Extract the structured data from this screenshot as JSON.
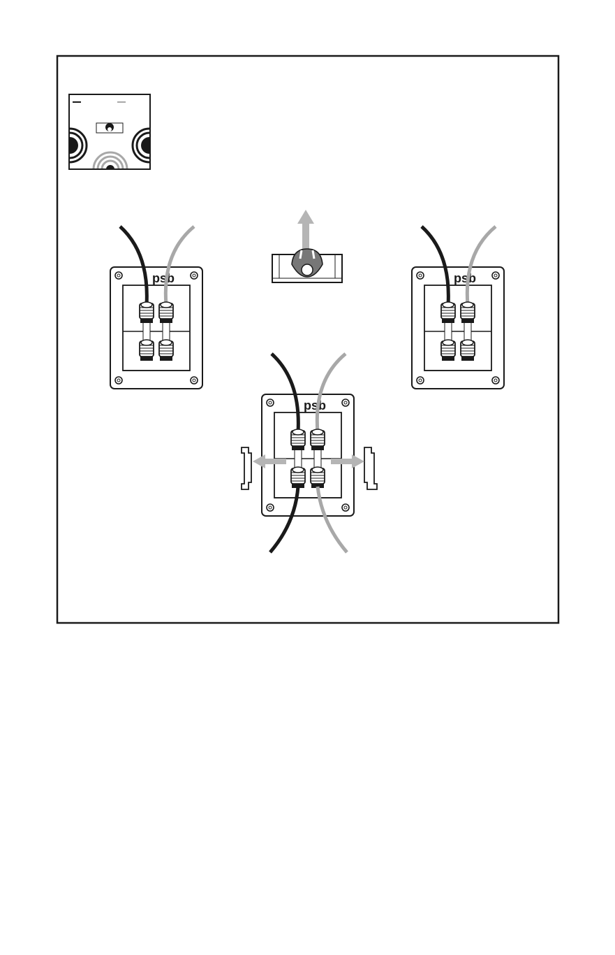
{
  "figure": {
    "colors": {
      "ink": "#1a1a1a",
      "gray_cable": "#a8a8a8",
      "arrow_gray": "#b5b5b5",
      "panel": "#ffffff"
    },
    "inset": {
      "markers": [
        "minus-mark",
        "minus-mark"
      ],
      "items": [
        "room-layout-thumbnail",
        "center-speaker-thumbnail",
        "left-speaker-waves",
        "right-speaker-waves",
        "rear-subwoofer-waves"
      ]
    },
    "panels": [
      {
        "id": "left",
        "brand": "psb",
        "cables": [
          "black",
          "gray"
        ]
      },
      {
        "id": "right",
        "brand": "psb",
        "cables": [
          "black",
          "gray"
        ]
      },
      {
        "id": "center",
        "brand": "psb",
        "cables": [
          "black",
          "gray",
          "black",
          "gray"
        ]
      }
    ],
    "arrows": [
      "up-arrow",
      "left-arrow",
      "right-arrow"
    ],
    "icons": [
      "bracket-left-icon",
      "bracket-right-icon",
      "center-speaker-icon"
    ]
  }
}
